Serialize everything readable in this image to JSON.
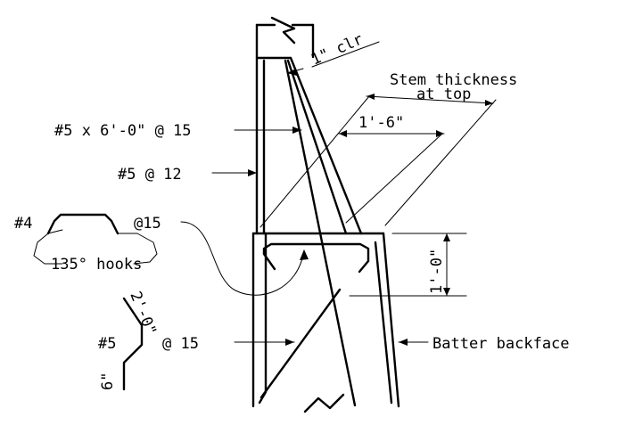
{
  "labels": {
    "clear_cover": "1\" clr",
    "stem_thickness_line1": "Stem thickness",
    "stem_thickness_line2": "at top",
    "dim_1_6": "1'-6\"",
    "bar_5x6_spacing": "#5 x 6'-0\" @ 15",
    "bar_5_at_12": "#5 @ 12",
    "bar_4_size": "#4",
    "bar_4_spacing": "@15",
    "hooks": "135° hooks",
    "dim_1_0": "1'-0\"",
    "bar_5_size": "#5",
    "bar_5_length": "2'-0\"",
    "bar_5_spacing": "@ 15",
    "bar_5_leg": "6\"",
    "batter_backface": "Batter backface"
  },
  "colors": {
    "ink": "#000000",
    "background": "#ffffff"
  }
}
